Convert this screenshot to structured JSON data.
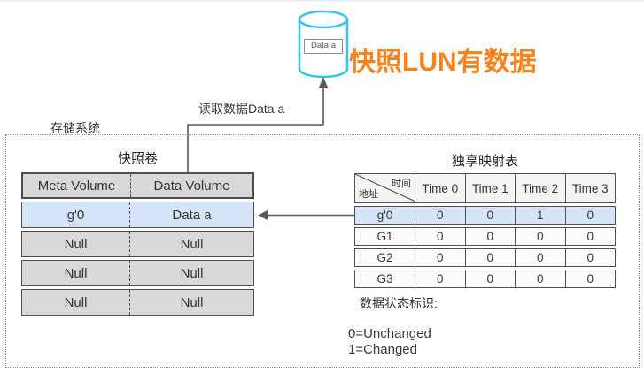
{
  "colors": {
    "accent_orange": "#F8821E",
    "cylinder_stroke": "#33C5F0",
    "highlight_row_blue": "#D5E5F7",
    "table_grey": "#D9D9D9",
    "line_grey": "#595959"
  },
  "cylinder": {
    "label": "Data a"
  },
  "callout": {
    "text": "快照LUN有数据"
  },
  "flow": {
    "read_label": "读取数据Data a"
  },
  "system_box": {
    "label": "存储系统"
  },
  "snapshot_table": {
    "title": "快照卷",
    "headers": [
      "Meta Volume",
      "Data Volume"
    ],
    "rows": [
      [
        "g'0",
        "Data a"
      ],
      [
        "Null",
        "Null"
      ],
      [
        "Null",
        "Null"
      ],
      [
        "Null",
        "Null"
      ]
    ],
    "highlighted_row_index": 0
  },
  "mapping_table": {
    "title": "独享映射表",
    "corner": {
      "top": "时间",
      "bottom": "地址"
    },
    "time_headers": [
      "Time 0",
      "Time 1",
      "Time 2",
      "Time 3"
    ],
    "rows": [
      {
        "address": "g'0",
        "values": [
          "0",
          "0",
          "1",
          "0"
        ],
        "highlighted": true
      },
      {
        "address": "G1",
        "values": [
          "0",
          "0",
          "0",
          "0"
        ],
        "highlighted": false
      },
      {
        "address": "G2",
        "values": [
          "0",
          "0",
          "0",
          "0"
        ],
        "highlighted": false
      },
      {
        "address": "G3",
        "values": [
          "0",
          "0",
          "0",
          "0"
        ],
        "highlighted": false
      }
    ]
  },
  "legend": {
    "title": "数据状态标识:",
    "items": [
      "0=Unchanged",
      "1=Changed"
    ]
  }
}
